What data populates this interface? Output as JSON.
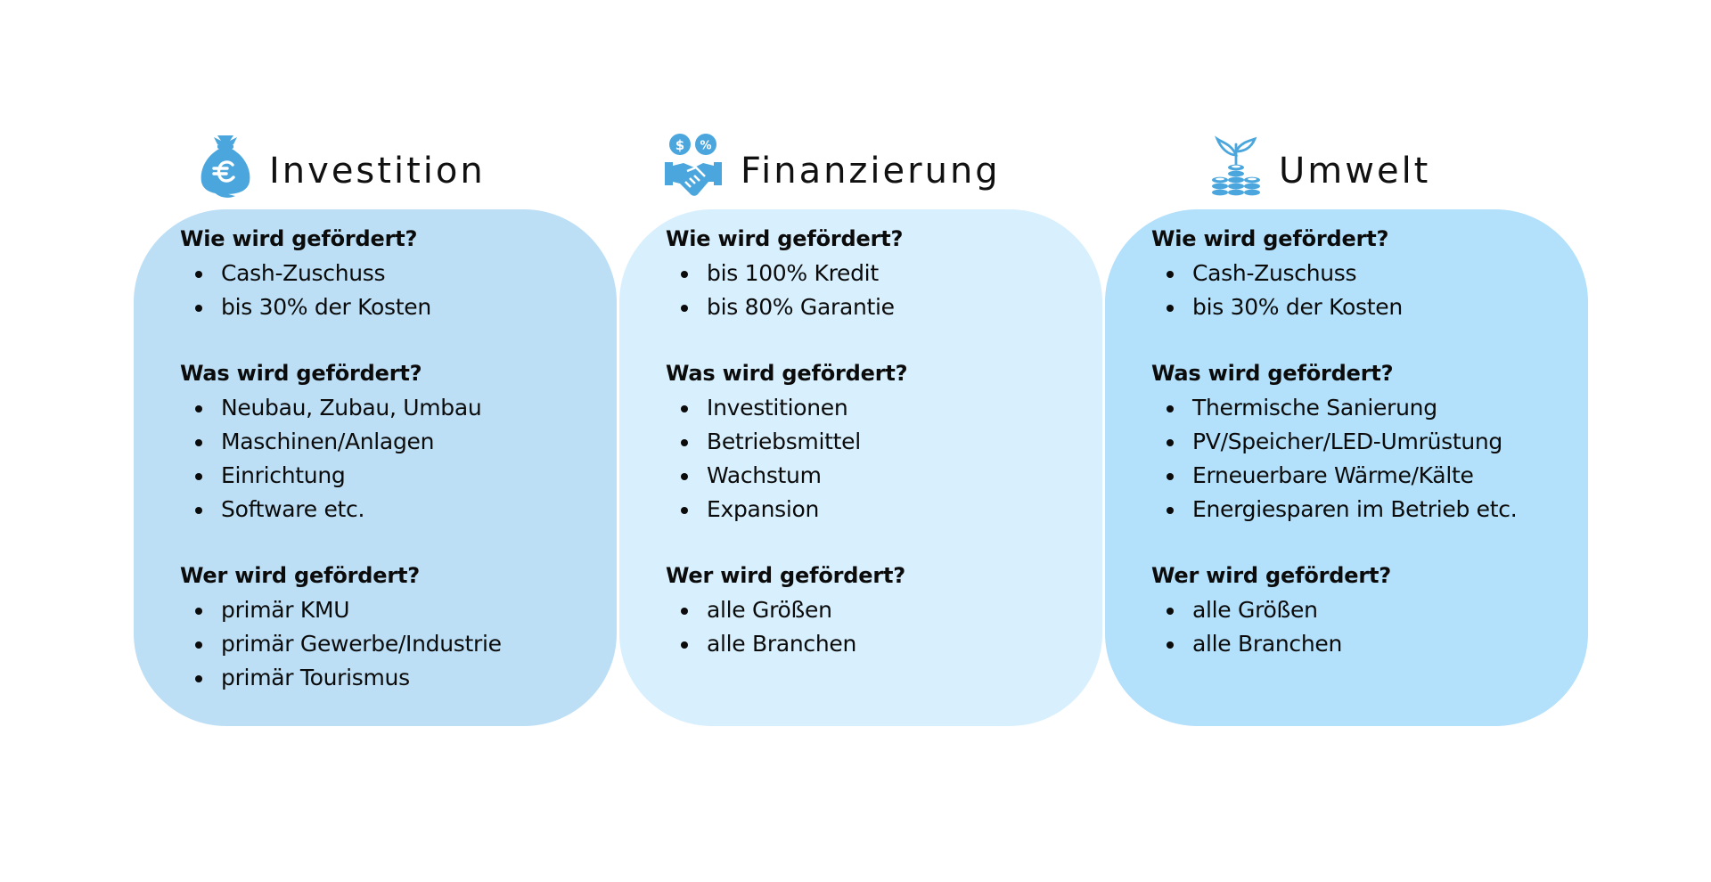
{
  "columns": [
    {
      "title": "Investition",
      "icon": "money-bag-euro-icon",
      "card_color": "#bcdff6",
      "sections": [
        {
          "heading": "Wie wird gefördert?",
          "items": [
            "Cash-Zuschuss",
            "bis 30% der Kosten"
          ]
        },
        {
          "heading": "Was wird gefördert?",
          "items": [
            "Neubau, Zubau, Umbau",
            "Maschinen/Anlagen",
            "Einrichtung",
            "Software etc."
          ]
        },
        {
          "heading": "Wer wird gefördert?",
          "items": [
            "primär KMU",
            "primär Gewerbe/Industrie",
            "primär Tourismus"
          ]
        }
      ]
    },
    {
      "title": "Finanzierung",
      "icon": "handshake-dollar-percent-icon",
      "card_color": "#d8effd",
      "sections": [
        {
          "heading": "Wie wird gefördert?",
          "items": [
            "bis 100% Kredit",
            "bis 80% Garantie"
          ]
        },
        {
          "heading": "Was wird gefördert?",
          "items": [
            "Investitionen",
            "Betriebsmittel",
            "Wachstum",
            "Expansion"
          ]
        },
        {
          "heading": "Wer wird gefördert?",
          "items": [
            "alle Größen",
            "alle Branchen"
          ]
        }
      ]
    },
    {
      "title": "Umwelt",
      "icon": "plant-coins-icon",
      "card_color": "#b3e0fa",
      "sections": [
        {
          "heading": "Wie wird gefördert?",
          "items": [
            "Cash-Zuschuss",
            "bis 30% der Kosten"
          ]
        },
        {
          "heading": "Was wird gefördert?",
          "items": [
            "Thermische Sanierung",
            "PV/Speicher/LED-Umrüstung",
            "Erneuerbare Wärme/Kälte",
            "Energiesparen im Betrieb etc."
          ]
        },
        {
          "heading": "Wer wird gefördert?",
          "items": [
            "alle Größen",
            "alle Branchen"
          ]
        }
      ]
    }
  ],
  "colors": {
    "icon": "#4aa6dc",
    "text": "#0b0b0b"
  }
}
